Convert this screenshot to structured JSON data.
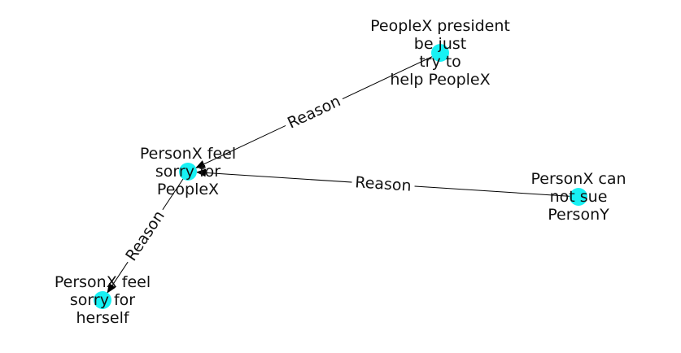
{
  "diagram": {
    "node_color": "#17f1f4",
    "edge_color": "#000000",
    "nodes": [
      {
        "id": "n1",
        "lines": [
          "PeopleX president",
          "be just",
          "try to",
          "help PeopleX"
        ]
      },
      {
        "id": "n2",
        "lines": [
          "PersonX feel",
          "sorry for",
          "PeopleX"
        ]
      },
      {
        "id": "n3",
        "lines": [
          "PersonX can",
          "not sue",
          "PersonY"
        ]
      },
      {
        "id": "n4",
        "lines": [
          "PersonX feel",
          "sorry for",
          "herself"
        ]
      }
    ],
    "edges": [
      {
        "from": "n1",
        "to": "n2",
        "label": "Reason"
      },
      {
        "from": "n3",
        "to": "n2",
        "label": "Reason"
      },
      {
        "from": "n2",
        "to": "n4",
        "label": "Reason"
      }
    ]
  }
}
